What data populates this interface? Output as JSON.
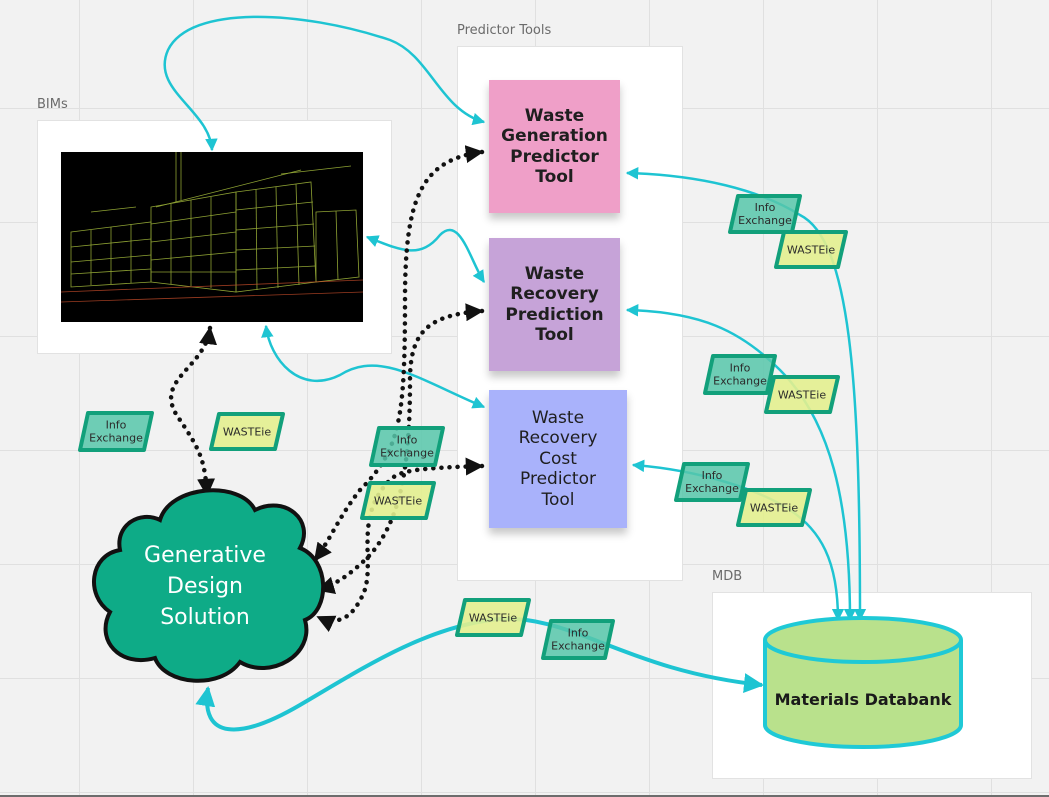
{
  "frames": {
    "bims_label": "BIMs",
    "predictor_tools_label": "Predictor Tools",
    "mdb_label": "MDB"
  },
  "stickies": {
    "waste_generation": "Waste\nGeneration\nPredictor\nTool",
    "waste_recovery": "Waste\nRecovery\nPrediction\nTool",
    "waste_recovery_cost": "Waste\nRecovery\nCost\nPredictor\nTool"
  },
  "shapes": {
    "generative_design": "Generative\nDesign\nSolution",
    "materials_databank": "Materials Databank"
  },
  "tags": {
    "info_exchange_line1": "Info",
    "info_exchange_line2": "Exchange",
    "wasteie": "WASTEie"
  },
  "colors": {
    "connector": "#1ec4d2",
    "tag_fill_info": "#57c7aa",
    "tag_fill_waste": "#e3f08f",
    "tag_border": "#12a07b",
    "cloud_fill": "#0eab87",
    "db_fill": "#b9e18c",
    "db_border": "#1fc9d6",
    "sticky_pink": "#ef9fc8",
    "sticky_purple": "#c6a3d8",
    "sticky_blue": "#a9b2fb"
  },
  "icons": {
    "bim_image": "building-wireframe-image",
    "arrowhead": "triangle-arrowhead"
  }
}
